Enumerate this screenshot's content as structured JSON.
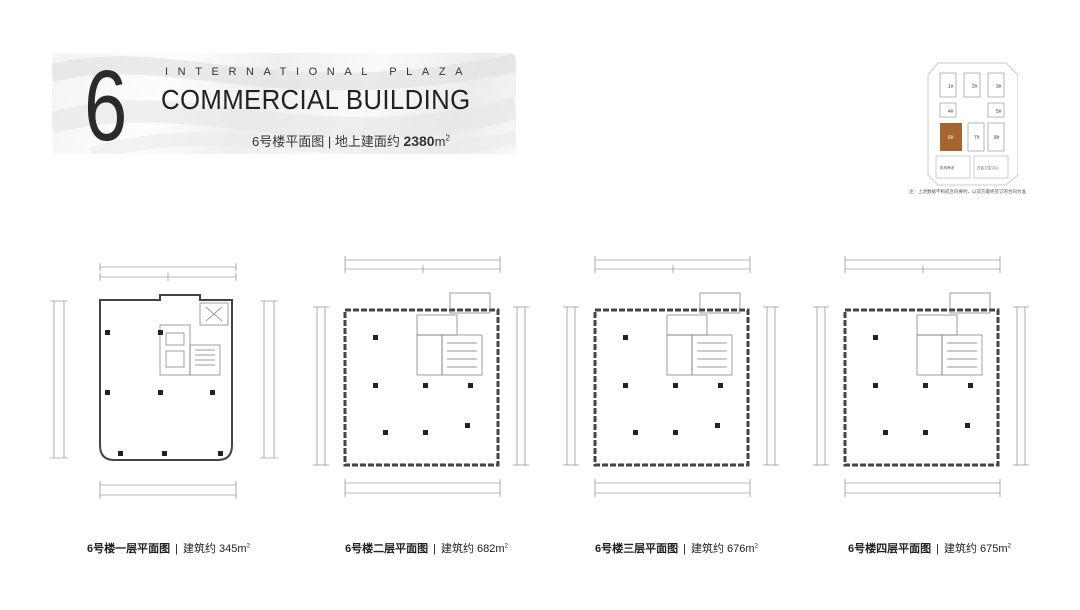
{
  "header": {
    "big_number": "6",
    "line1": "INTERNATIONAL PLAZA",
    "line2": "COMMERCIAL BUILDING",
    "subtitle_prefix": "6号楼平面图 | 地上建面约 ",
    "subtitle_area": "2380",
    "subtitle_unit": "m",
    "subtitle_sup": "2"
  },
  "keyplan": {
    "blocks": [
      "1#",
      "2#",
      "3#",
      "4#",
      "5#",
      "6#",
      "7#",
      "8#"
    ],
    "bottom_left": "机构养老",
    "bottom_right": "社区卫生中心",
    "highlight_color": "#a5652c",
    "note": "注：上述数据不构成合同要约，以双方最终签订的合同为准"
  },
  "floors": [
    {
      "name": "6号楼一层平面图",
      "sep": "|",
      "label": "建筑约",
      "area": "345",
      "unit": "m",
      "sup": "2"
    },
    {
      "name": "6号楼二层平面图",
      "sep": "|",
      "label": "建筑约",
      "area": "682",
      "unit": "m",
      "sup": "2"
    },
    {
      "name": "6号楼三层平面图",
      "sep": "|",
      "label": "建筑约",
      "area": "676",
      "unit": "m",
      "sup": "2"
    },
    {
      "name": "6号楼四层平面图",
      "sep": "|",
      "label": "建筑约",
      "area": "675",
      "unit": "m",
      "sup": "2"
    }
  ]
}
